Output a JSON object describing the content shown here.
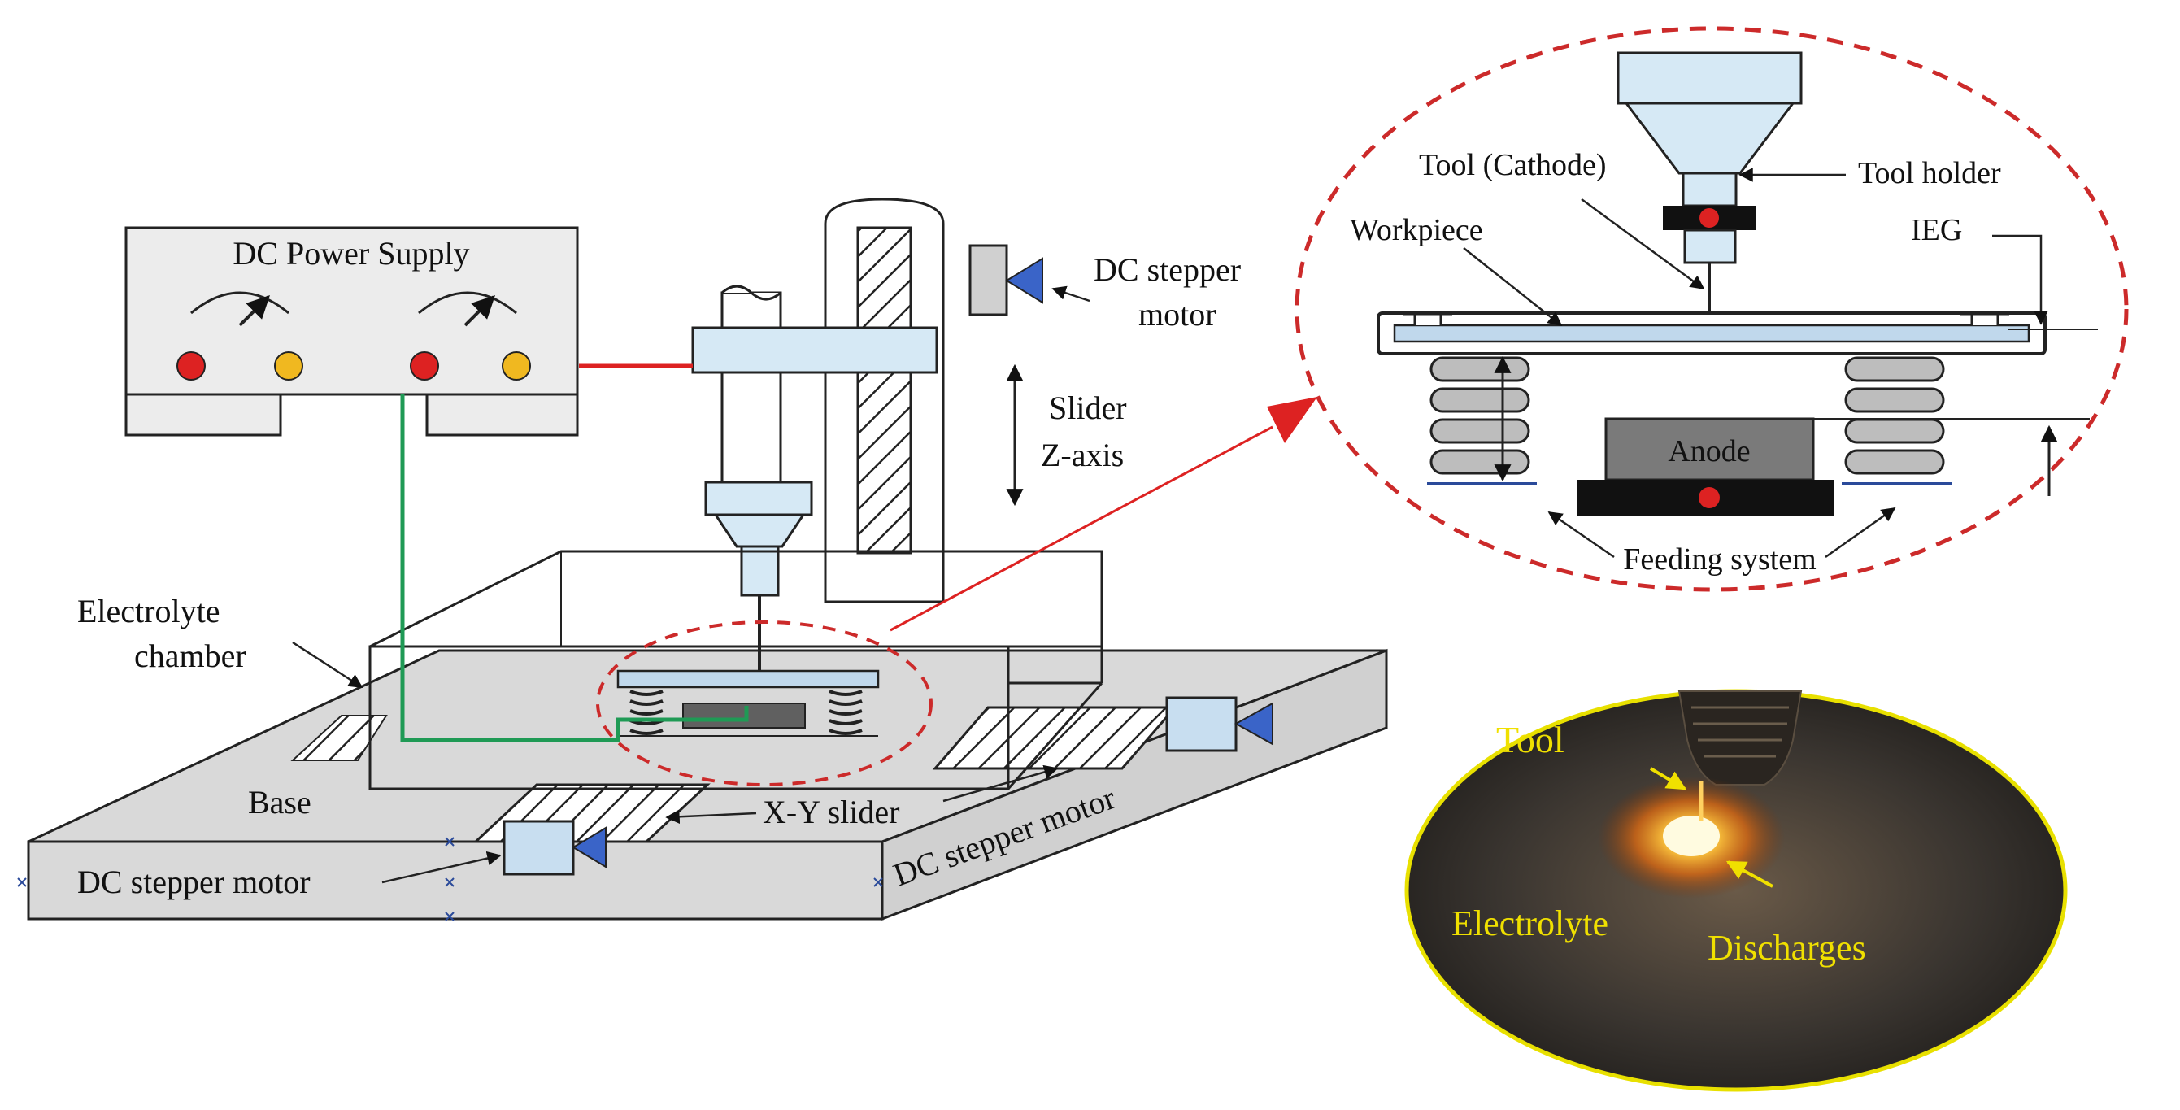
{
  "labels": {
    "dc_power_supply": "DC Power Supply",
    "dc_stepper_motor_top_line1": "DC stepper",
    "dc_stepper_motor_top_line2": "motor",
    "slider_line1": "Slider",
    "slider_line2": "Z-axis",
    "electrolyte_chamber_line1": "Electrolyte",
    "electrolyte_chamber_line2": "chamber",
    "base": "Base",
    "xy_slider": "X-Y slider",
    "dc_stepper_motor_left": "DC stepper motor",
    "dc_stepper_motor_right": "DC stepper motor"
  },
  "inset": {
    "tool_cathode": "Tool (Cathode)",
    "tool_holder": "Tool holder",
    "workpiece": "Workpiece",
    "ieg": "IEG",
    "anode": "Anode",
    "feeding_system": "Feeding system"
  },
  "photo": {
    "tool": "Tool",
    "electrolyte": "Electrolyte",
    "discharges": "Discharges"
  },
  "colors": {
    "red_wire": "#dd2222",
    "green_wire": "#1f9a55",
    "zoom_ellipse": "#cc2a2a",
    "light_blue_part": "#d6e9f5",
    "motor_blue": "#3a64c8",
    "photo_border": "#e8e000",
    "photo_label": "#f0e000"
  }
}
